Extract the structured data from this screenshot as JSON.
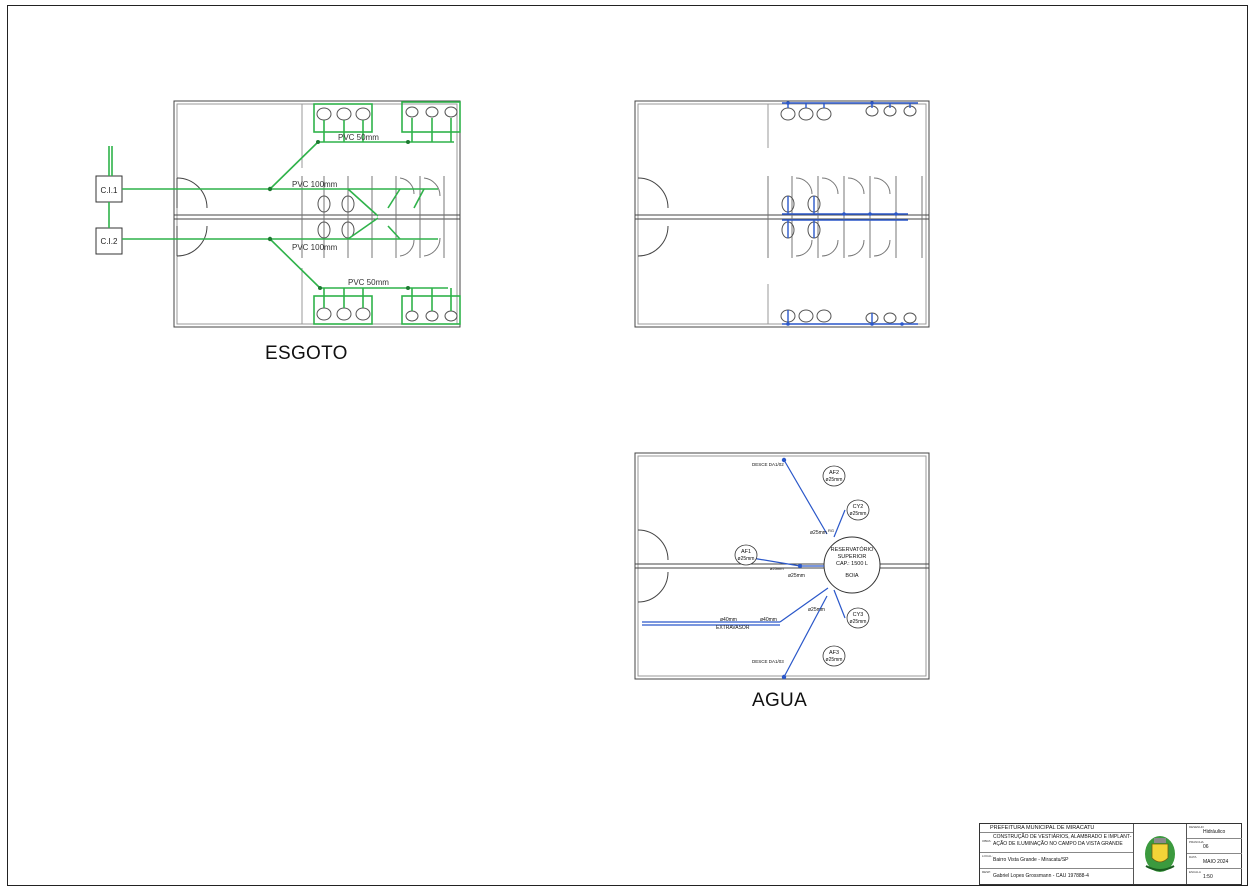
{
  "sheet": {
    "labels": {
      "sewage_title": "ESGOTO",
      "water_title": "AGUA"
    }
  },
  "sewage_plan": {
    "boxes": [
      "C.I.1",
      "C.I.2"
    ],
    "pipe_labels": [
      "PVC 50mm",
      "PVC 100mm",
      "PVC 100mm",
      "PVC 50mm"
    ],
    "pipe_color": "#2fb24a"
  },
  "water_plan": {
    "pipe_color": "#2a57c9"
  },
  "riser_plan": {
    "tank_lines": [
      "RESERVATÓRIO",
      "SUPERIOR",
      "CAP.: 1500 L",
      "BOIA"
    ],
    "branches": [
      {
        "id": "AF2",
        "dia": "ø25mm"
      },
      {
        "id": "CY2",
        "dia": "ø25mm"
      },
      {
        "id": "AF1",
        "dia": "ø25mm"
      },
      {
        "id": "CY3",
        "dia": "ø25mm"
      },
      {
        "id": "AF3",
        "dia": "ø25mm"
      }
    ],
    "descend_top": "DESCE DA1/02",
    "descend_bottom": "DESCE DA1/03",
    "dia_labels": [
      "ø25mm",
      "ø25mm",
      "ø25mm",
      "ø25mm",
      "ø40mm",
      "ø40mm"
    ],
    "overflow_label": "EXTRAVASOR",
    "reg_label": "RG",
    "pipe_color": "#2a57c9"
  },
  "title_block": {
    "entity": "PREFEITURA MUNICIPAL DE MIRACATU",
    "project_label": "OBRA:",
    "project_lines": [
      "CONSTRUÇÃO DE VESTIÁRIOS, ALAMBRADO E IMPLANT-",
      "AÇÃO DE ILUMINAÇÃO NO CAMPO DA VISTA GRANDE"
    ],
    "location_label": "LOCAL:",
    "location": "Bairro Vista Grande - Miracatu/SP",
    "author_label": "RESP:",
    "author": "Gabriel Lopes Grossmann - CAU 197888-4",
    "discipline_label": "DESENHO",
    "discipline": "Hidráulico",
    "sheet_label": "PRANCHA",
    "sheet_no": "06",
    "date_label": "DATA",
    "date": "MAIO 2024",
    "scale_label": "ESCALA",
    "scale": "1:50"
  }
}
